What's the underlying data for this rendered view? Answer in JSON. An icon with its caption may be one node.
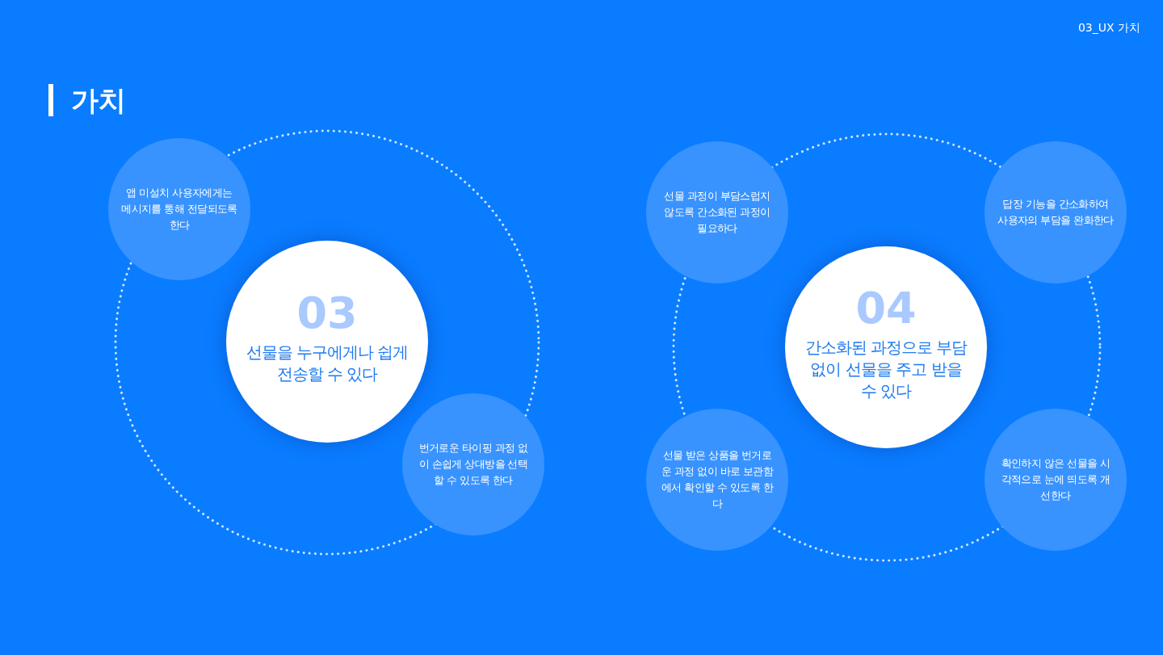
{
  "diagram": {
    "title": "가치",
    "nodes": [
      {
        "text": [
          "앱 미설치 사용자에게는 메시지를 통해 전달되도록 한다"
        ]
      },
      {
        "text": [
          "03",
          "선물을 누구에게나 쉽게 전송할 수 있다"
        ]
      },
      {
        "text": [
          "번거로운 타이핑 과정 없이 손쉽게 상대방을 선택할 수 있도록 한다"
        ]
      },
      {
        "text": [
          "선물 과정이 부담스럽지 않도록 간소화된 과정이 필요하다"
        ]
      },
      {
        "text": [
          "답장 기능을 간소화하여 사용자의 부담을 완화한다"
        ]
      },
      {
        "text": [
          "04",
          "간소화된 과정으로 부담없이 선물을 주고 받을 수 있다"
        ]
      },
      {
        "text": [
          "선물 받은 상품을 번거로운 과정 없이 바로 보관함에서 확인할 수 있도록 한다"
        ]
      },
      {
        "text": [
          "확인하지 않은 선물을 시각적으로 눈에 띄도록 개선한다"
        ]
      }
    ],
    "labels": [
      "03_UX 가치"
    ]
  }
}
